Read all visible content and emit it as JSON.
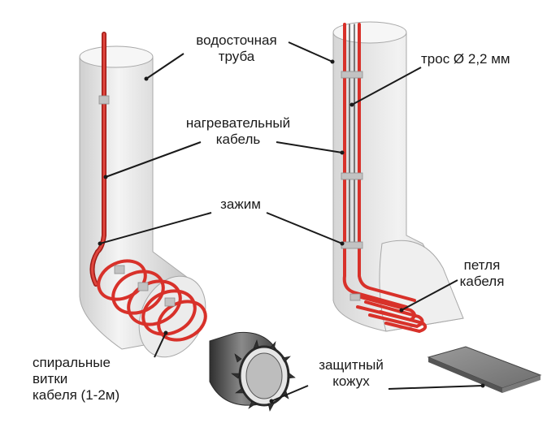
{
  "labels": {
    "drainpipe_line1": "водосточная",
    "drainpipe_line2": "труба",
    "cable_rope": "трос Ø 2,2 мм",
    "heating_cable_line1": "нагревательный",
    "heating_cable_line2": "кабель",
    "clamp": "зажим",
    "cable_loop_line1": "петля",
    "cable_loop_line2": "кабеля",
    "spiral_line1": "спиральные",
    "spiral_line2": "витки",
    "spiral_line3": "кабеля (1-2м)",
    "cover_line1": "защитный",
    "cover_line2": "кожух"
  },
  "colors": {
    "pipe_fill": "#e4e4e4",
    "pipe_edge": "#a8a8a8",
    "cable": "#d8312a",
    "cable_dark": "#9e1b16",
    "leader": "#1a1a1a",
    "clamp": "#b9b9b9",
    "cover_dark": "#4a4a4a"
  }
}
